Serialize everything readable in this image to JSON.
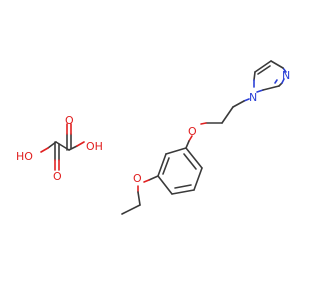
{
  "molecule": {
    "colors": {
      "carbon": "#3a3a3a",
      "oxygen": "#e02020",
      "nitrogen": "#2a3fd6",
      "background": "#ffffff"
    },
    "labels": {
      "oxalic_oh_left": "HO",
      "oxalic_oh_right": "OH",
      "oxalic_o_top": "O",
      "oxalic_o_bottom": "O",
      "ether_o_upper": "O",
      "ether_o_lower": "O",
      "imidazole_n1": "N",
      "imidazole_n3": "N"
    }
  }
}
